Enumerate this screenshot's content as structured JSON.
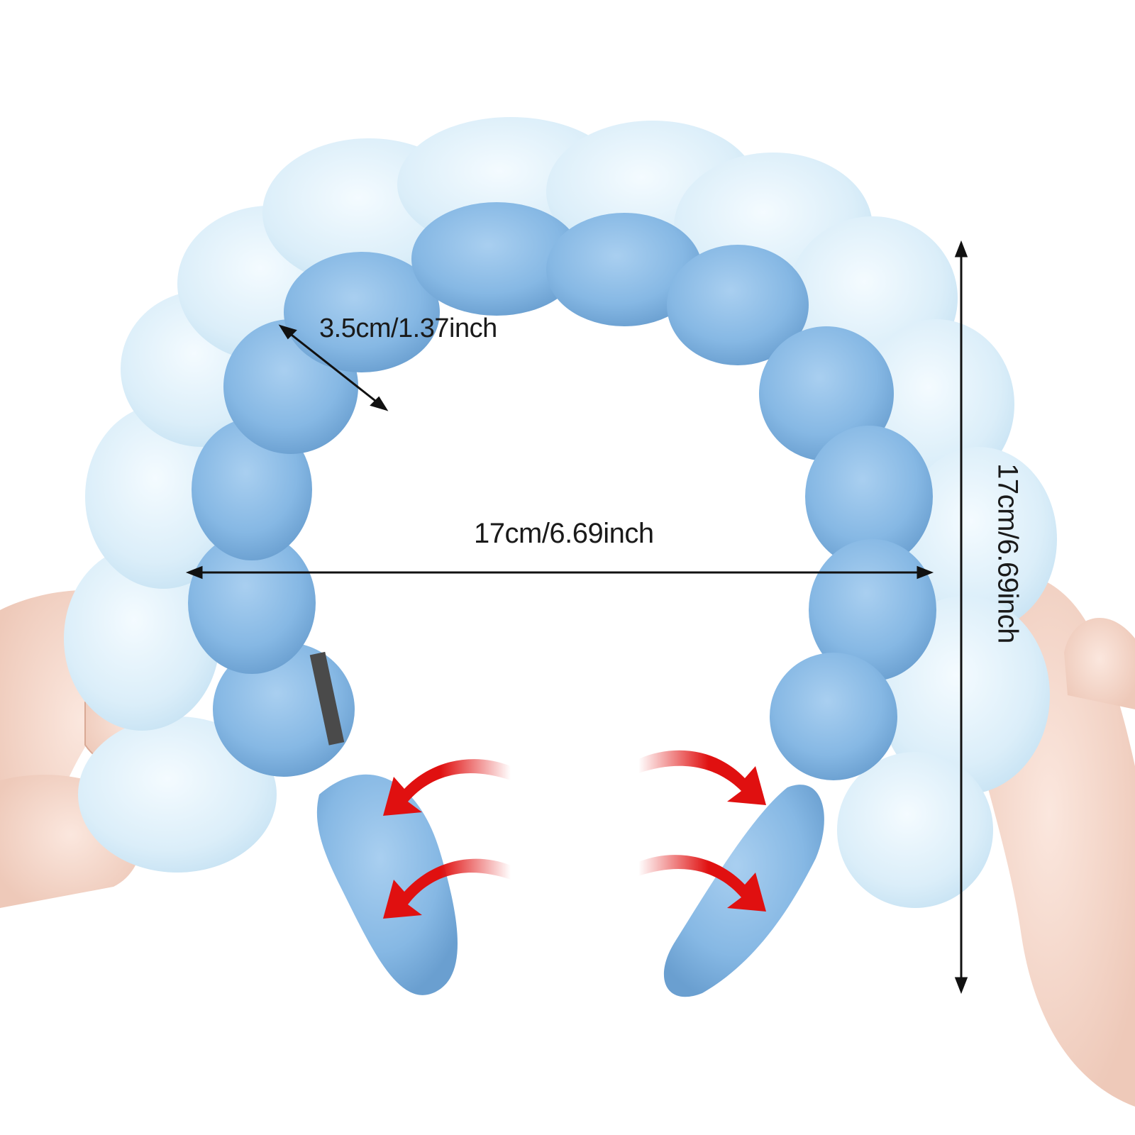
{
  "product": {
    "name": "sponge-headband",
    "accent_color": "#7fb3e0",
    "outer_color": "#e4f2fb"
  },
  "dimensions": {
    "band_width": "3.5cm/1.37inch",
    "inner_diameter": "17cm/6.69inch",
    "height": "17cm/6.69inch"
  },
  "stretch_arrows": {
    "color": "#e01010",
    "count": 4,
    "meaning": "elastic-stretch"
  }
}
